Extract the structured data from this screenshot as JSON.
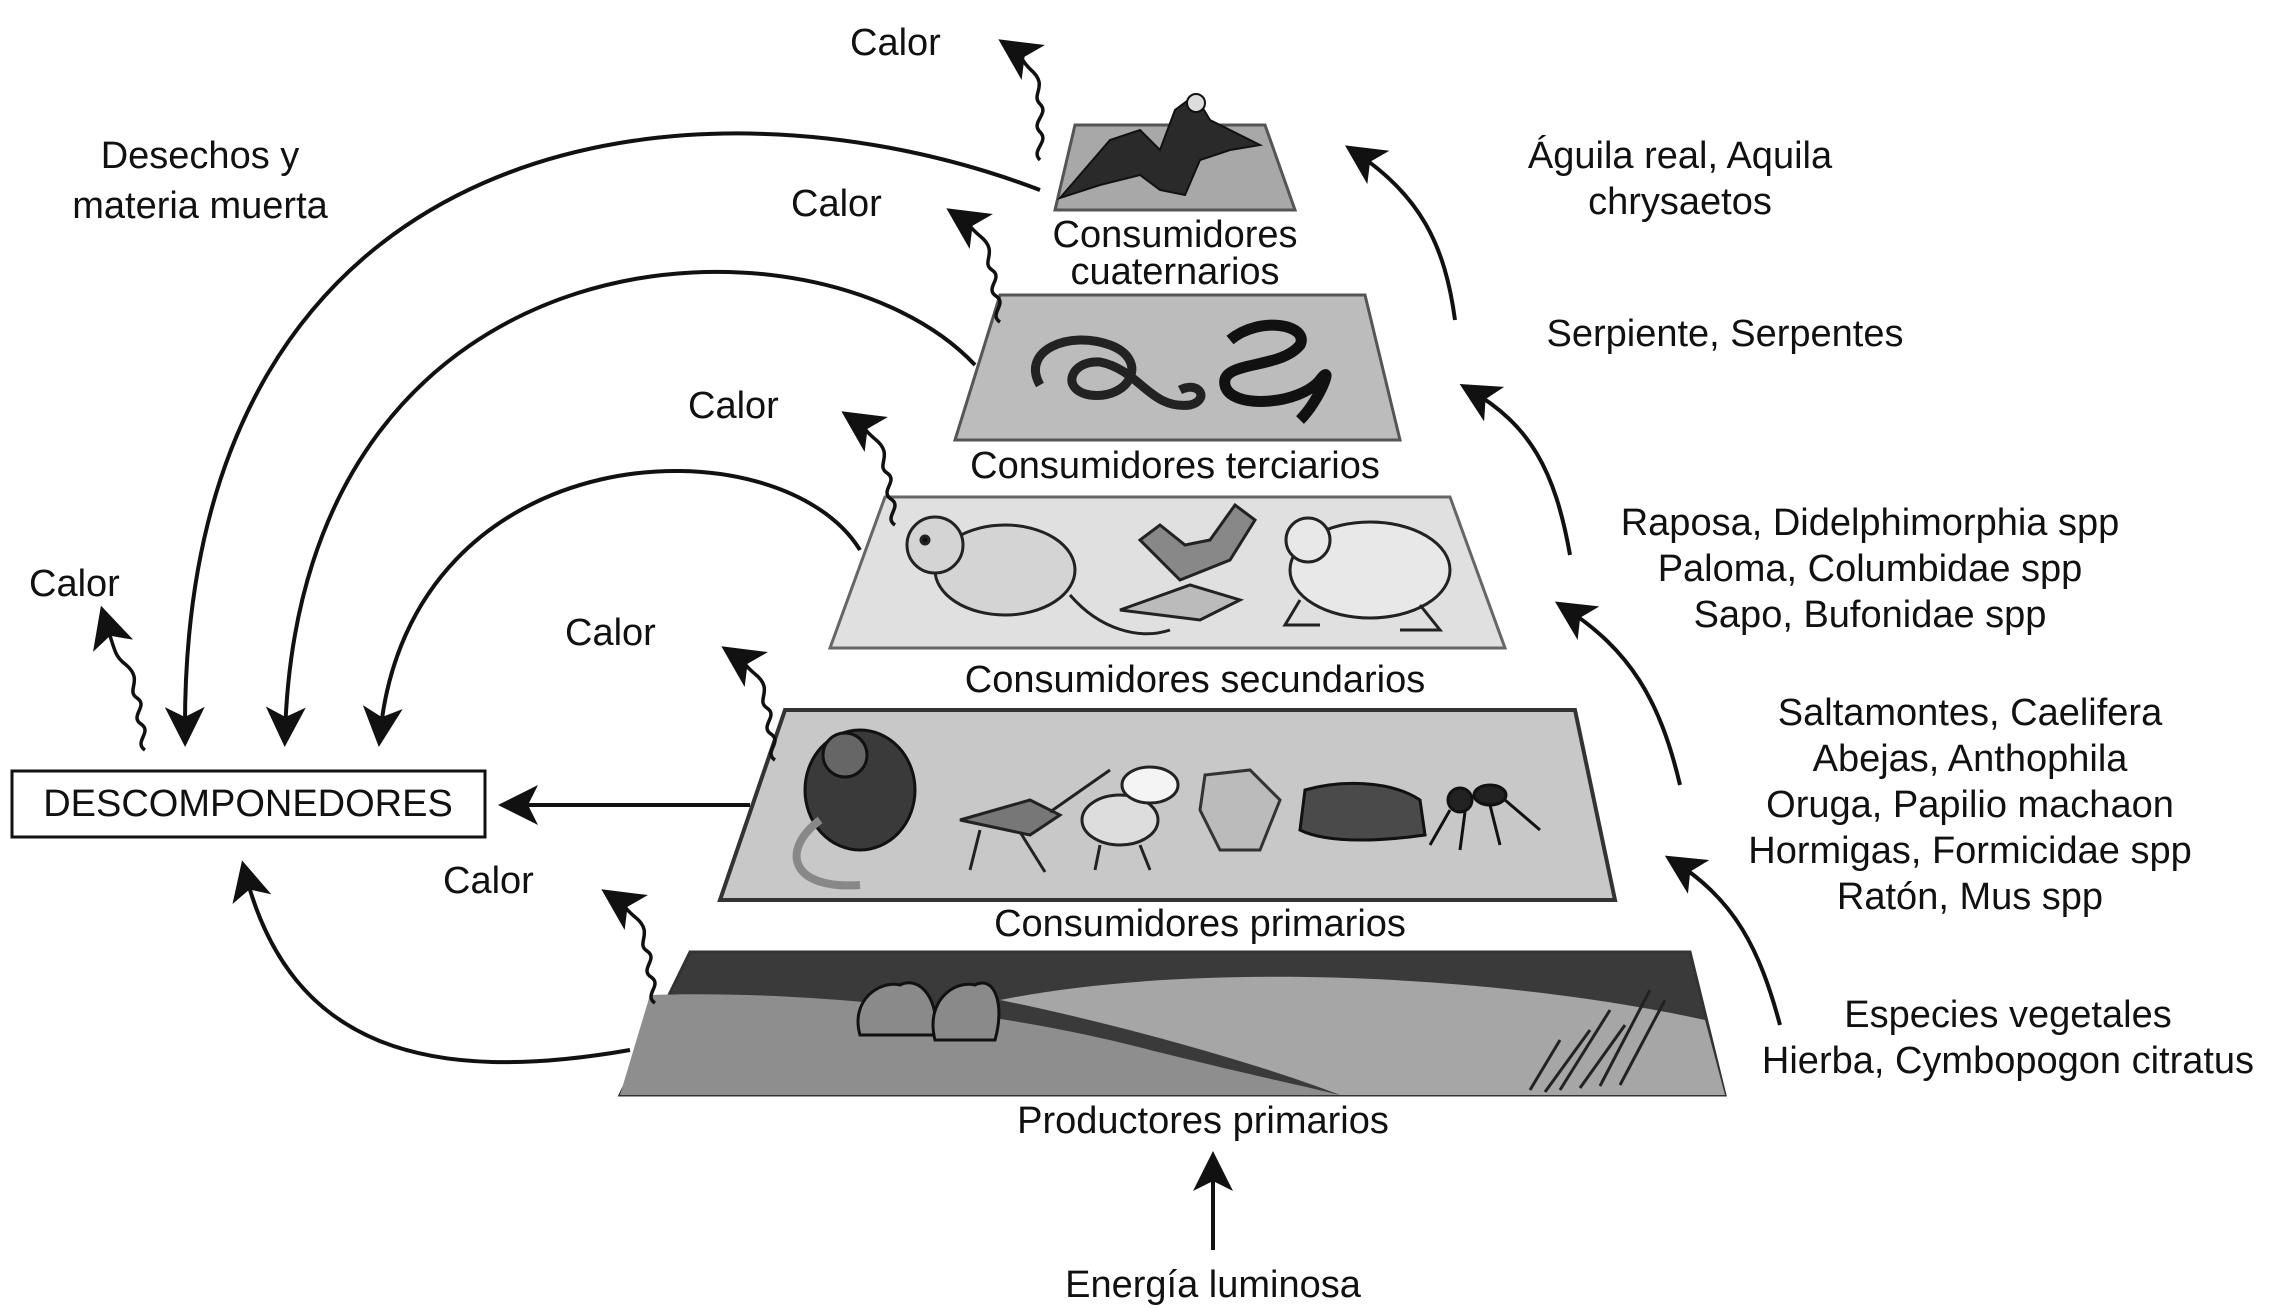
{
  "levels": {
    "quaternary": "Consumidores",
    "quaternary_line2": "cuaternarios",
    "tertiary": "Consumidores terciarios",
    "secondary": "Consumidores secundarios",
    "primary": "Consumidores primarios",
    "producers": "Productores primarios"
  },
  "heat_label": "Calor",
  "decomposers": "DESCOMPONEDORES",
  "waste": {
    "line1": "Desechos y",
    "line2": "materia muerta"
  },
  "light_energy": "Energía luminosa",
  "species": {
    "quaternary": [
      "Águila real, Aquila",
      "chrysaetos"
    ],
    "tertiary": [
      "Serpiente, Serpentes"
    ],
    "secondary": [
      "Raposa, Didelphimorphia spp",
      "Paloma, Columbidae spp",
      "Sapo, Bufonidae spp"
    ],
    "primary": [
      "Saltamontes, Caelifera",
      "Abejas, Anthophila",
      "Oruga, Papilio machaon",
      "Hormigas, Formicidae spp",
      "Ratón, Mus spp"
    ],
    "producers": [
      "Especies vegetales",
      "Hierba, Cymbopogon citratus"
    ]
  },
  "icons": {
    "quaternary": [
      "eagle-icon"
    ],
    "tertiary": [
      "snake-icon",
      "snake-icon"
    ],
    "secondary": [
      "opossum-icon",
      "pigeon-icon",
      "toad-icon"
    ],
    "primary": [
      "mouse-icon",
      "grasshopper-icon",
      "bee-icon",
      "moth-icon",
      "caterpillar-icon",
      "ant-icon"
    ],
    "producers": [
      "landscape-icon"
    ]
  },
  "colors": {
    "line": "#111111",
    "tier_quaternary": "#a8a8a8",
    "tier_tertiary": "#bcbcbc",
    "tier_secondary": "#e0e0e0",
    "tier_primary": "#c8c8c8",
    "producer_sky": "#3a3a3a",
    "producer_hill": "#8e8e8e"
  }
}
